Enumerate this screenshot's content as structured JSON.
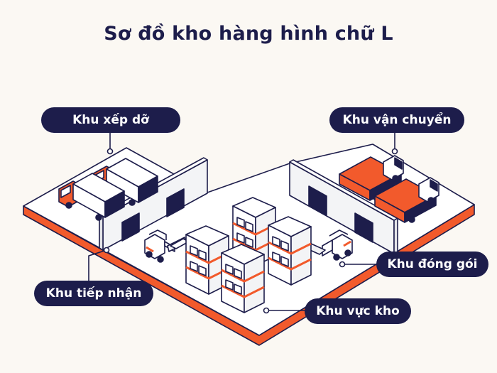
{
  "title": "Sơ đồ kho hàng hình chữ L",
  "zones": {
    "loading": "Khu xếp dỡ",
    "shipping": "Khu vận chuyển",
    "receiving": "Khu tiếp nhận",
    "packing": "Khu đóng gói",
    "storage": "Khu vực kho"
  },
  "colors": {
    "navy": "#1d1d4b",
    "orange": "#f25a2c",
    "floor": "#ffffff",
    "background": "#fbf8f3",
    "wall": "#f3f4f6"
  }
}
